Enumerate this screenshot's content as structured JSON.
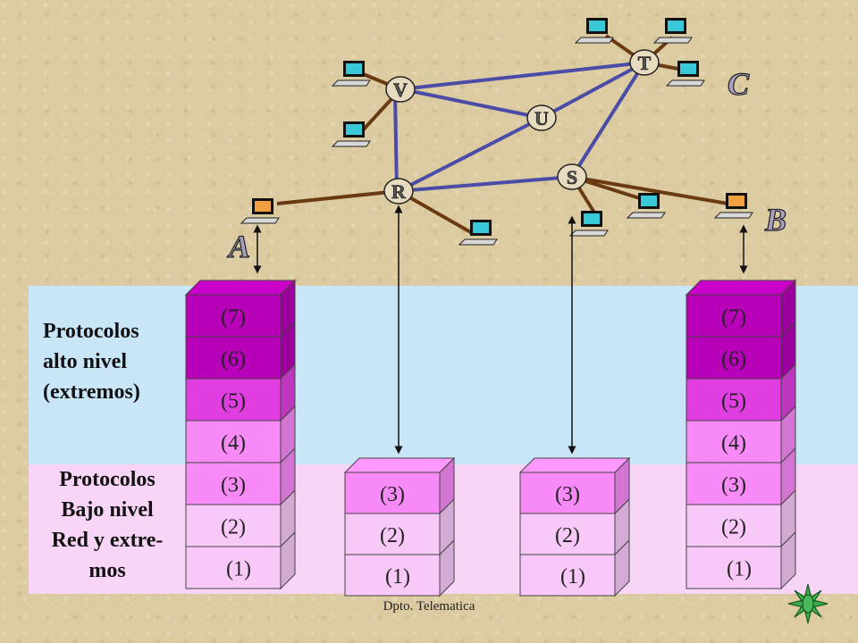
{
  "colors": {
    "band_high": "#c8e6f8",
    "band_low": "#f8d4f6",
    "link_blue": "#4b4ba8",
    "link_brown": "#6a3a12",
    "layer_dark": "#b800b8",
    "layer_mid": "#e03ee0",
    "layer_light": "#f88af8",
    "layer_pale": "#f8c8f8"
  },
  "nodes": {
    "R": "R",
    "S": "S",
    "T": "T",
    "U": "U",
    "V": "V"
  },
  "endpoints": {
    "A": "A",
    "B": "B",
    "C": "C"
  },
  "stack_full": {
    "layers": [
      "(7)",
      "(6)",
      "(5)",
      "(4)",
      "(3)",
      "(2)",
      "(1)"
    ]
  },
  "stack_router": {
    "layers": [
      "(3)",
      "(2)",
      "(1)"
    ]
  },
  "labels": {
    "high": [
      "Protocolos",
      "alto nivel",
      "(extremos)"
    ],
    "low": [
      "Protocolos",
      "Bajo nivel",
      "Red y extre-",
      "mos"
    ]
  },
  "footer": "Dpto. Telematica",
  "nav_icon": "compass-star-icon"
}
